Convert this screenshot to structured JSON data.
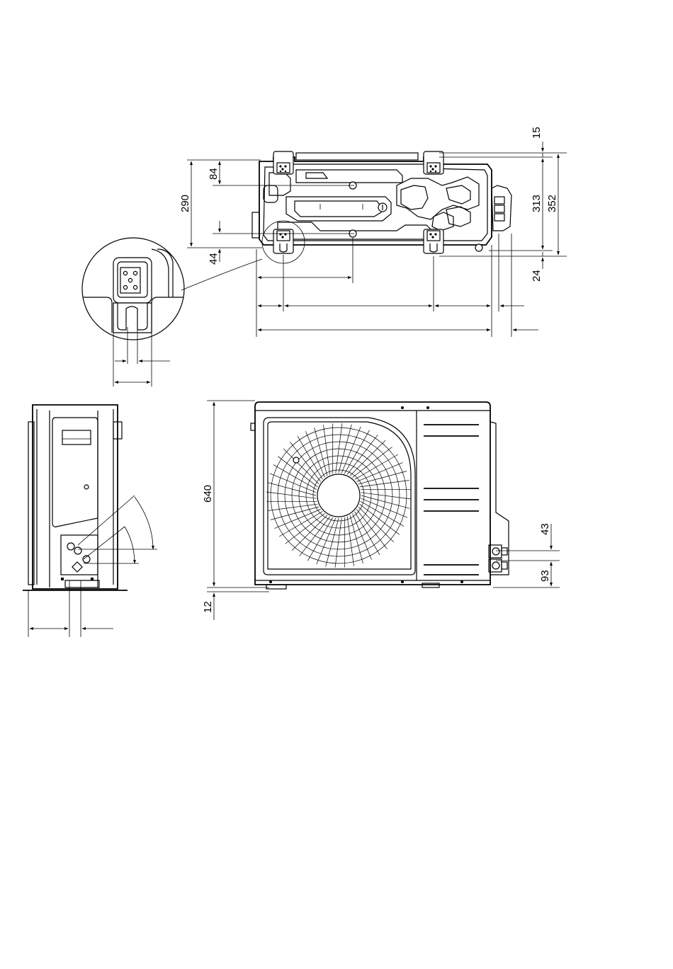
{
  "dimensions": {
    "top_15": "15",
    "top_84": "84",
    "top_290": "290",
    "top_44": "44",
    "top_313": "313",
    "top_352": "352",
    "top_24": "24",
    "front_640": "640",
    "front_12": "12",
    "front_43": "43",
    "front_93": "93"
  }
}
